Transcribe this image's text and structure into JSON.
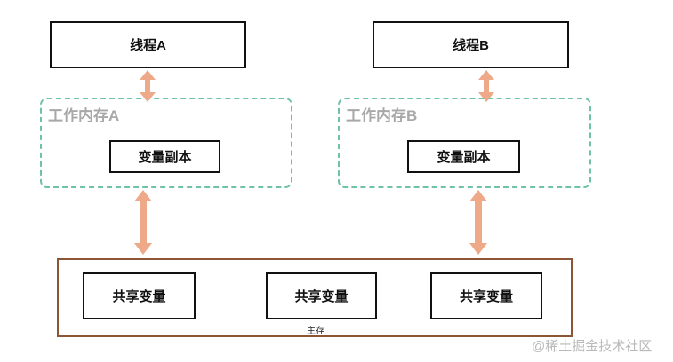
{
  "threads": [
    {
      "label": "线程A"
    },
    {
      "label": "线程B"
    }
  ],
  "work_memory": [
    {
      "label": "工作内存A",
      "copy_label": "变量副本"
    },
    {
      "label": "工作内存B",
      "copy_label": "变量副本"
    }
  ],
  "main_memory": {
    "label": "主存",
    "shared_vars": [
      {
        "label": "共享变量"
      },
      {
        "label": "共享变量"
      },
      {
        "label": "共享变量"
      }
    ]
  },
  "watermark": "@稀土掘金技术社区",
  "colors": {
    "arrow": "#eeaa88",
    "dashed_border": "#6fc2a6",
    "main_border": "#8c5535",
    "work_label": "#a8a8a8"
  }
}
